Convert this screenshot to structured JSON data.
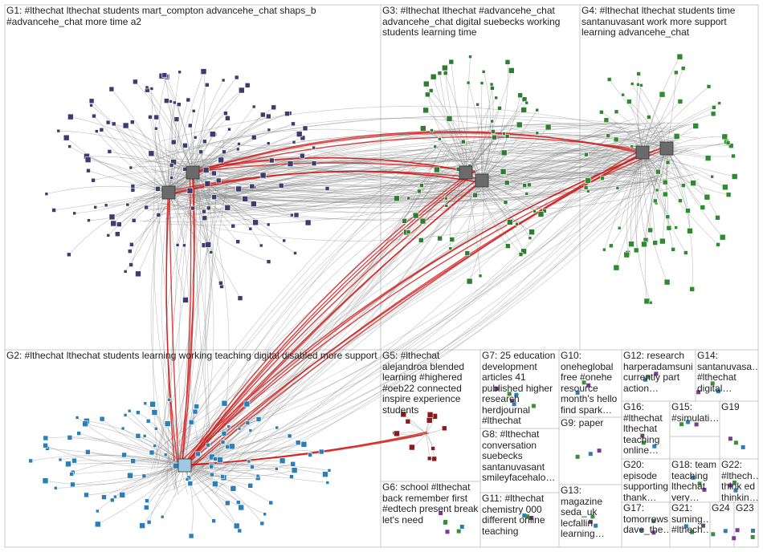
{
  "groups": [
    {
      "id": "G1",
      "label": "G1: #lthechat lthechat students mart_compton advancehe_chat shaps_b #advancehe_chat more time a2"
    },
    {
      "id": "G2",
      "label": "G2: #lthechat lthechat students learning working teaching digital disabled more support"
    },
    {
      "id": "G3",
      "label": "G3: #lthechat lthechat #advancehe_chat advancehe_chat digital suebecks working students learning time"
    },
    {
      "id": "G4",
      "label": "G4: #lthechat lthechat students time santanuvasant work more support learning advancehe_chat"
    },
    {
      "id": "G5",
      "label": "G5: #lthechat alejandroa blended learning #highered #oeb22 connected inspire experience students"
    },
    {
      "id": "G6",
      "label": "G6: school #lthechat back remember first #edtech present break let's need"
    },
    {
      "id": "G7",
      "label": "G7: 25 education development articles 41 published higher research herdjournal #lthechat"
    },
    {
      "id": "G8",
      "label": "G8: #lthechat conversation suebecks santanuvasant smileyfacehalo…"
    },
    {
      "id": "G9",
      "label": "G9: paper"
    },
    {
      "id": "G10",
      "label": "G10: oneheglobal free #onehe resource month's hello find spark…"
    },
    {
      "id": "G11",
      "label": "G11: #lthechat chemistry 000 different online teaching"
    },
    {
      "id": "G12",
      "label": "G12: research harperadamsuni currently part action…"
    },
    {
      "id": "G13",
      "label": "G13: magazine seda_uk lecfallin learning…"
    },
    {
      "id": "G14",
      "label": "G14: santanuvasa… #lthechat digital…"
    },
    {
      "id": "G15",
      "label": "G15: #simulati…"
    },
    {
      "id": "G16",
      "label": "G16: #lthechat lthechat teaching online…"
    },
    {
      "id": "G17",
      "label": "G17: tomorrows dave_the…"
    },
    {
      "id": "G18",
      "label": "G18: team teaching lthechat very…"
    },
    {
      "id": "G19",
      "label": "G19"
    },
    {
      "id": "G20",
      "label": "G20: episode supporting thank…"
    },
    {
      "id": "G21",
      "label": "G21: suming… #lthech…"
    },
    {
      "id": "G22",
      "label": "G22: #lthech… think ed thinkin…"
    },
    {
      "id": "G23",
      "label": "G23"
    },
    {
      "id": "G24",
      "label": "G24"
    }
  ],
  "colors": {
    "G1": "#3c3c6e",
    "G2": "#2a7fb8",
    "G3": "#2e7d32",
    "G4": "#2e8b2e",
    "G5": "#8b1a1a",
    "edge": "#8a8a8a",
    "highlight": "#d11a1a",
    "border": "#c8c8c8"
  }
}
